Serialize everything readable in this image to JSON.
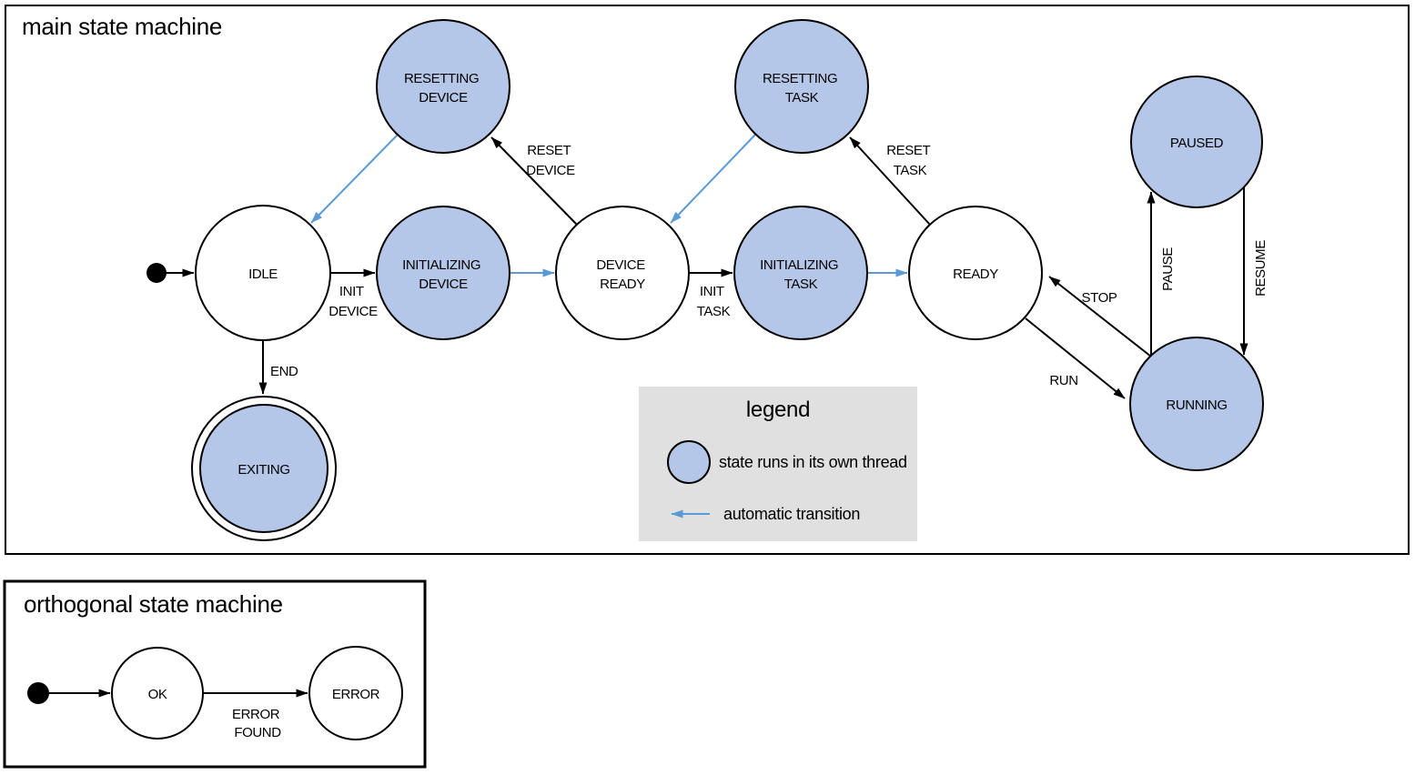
{
  "colors": {
    "state_fill": "#b5c7e8",
    "plain_fill": "#ffffff",
    "stroke": "#000000",
    "auto_transition": "#5b9bd5",
    "legend_bg": "#e0e0e0",
    "background": "#ffffff"
  },
  "main": {
    "title": "main state machine",
    "states": {
      "resetting_device": {
        "line1": "RESETTING",
        "line2": "DEVICE"
      },
      "resetting_task": {
        "line1": "RESETTING",
        "line2": "TASK"
      },
      "paused": {
        "label": "PAUSED"
      },
      "idle": {
        "label": "IDLE"
      },
      "initializing_device": {
        "line1": "INITIALIZING",
        "line2": "DEVICE"
      },
      "device_ready": {
        "line1": "DEVICE",
        "line2": "READY"
      },
      "initializing_task": {
        "line1": "INITIALIZING",
        "line2": "TASK"
      },
      "ready": {
        "label": "READY"
      },
      "running": {
        "label": "RUNNING"
      },
      "exiting": {
        "label": "EXITING"
      }
    },
    "transitions": {
      "init_device": {
        "line1": "INIT",
        "line2": "DEVICE"
      },
      "reset_device": {
        "line1": "RESET",
        "line2": "DEVICE"
      },
      "end": {
        "label": "END"
      },
      "init_task": {
        "line1": "INIT",
        "line2": "TASK"
      },
      "reset_task": {
        "line1": "RESET",
        "line2": "TASK"
      },
      "stop": {
        "label": "STOP"
      },
      "run": {
        "label": "RUN"
      },
      "pause": {
        "label": "PAUSE"
      },
      "resume": {
        "label": "RESUME"
      }
    },
    "legend": {
      "title": "legend",
      "thread_item": "state runs in its own thread",
      "auto_item": "automatic transition"
    }
  },
  "orthogonal": {
    "title": "orthogonal state machine",
    "states": {
      "ok": {
        "label": "OK"
      },
      "error": {
        "label": "ERROR"
      }
    },
    "transitions": {
      "error_found": {
        "line1": "ERROR",
        "line2": "FOUND"
      }
    }
  }
}
